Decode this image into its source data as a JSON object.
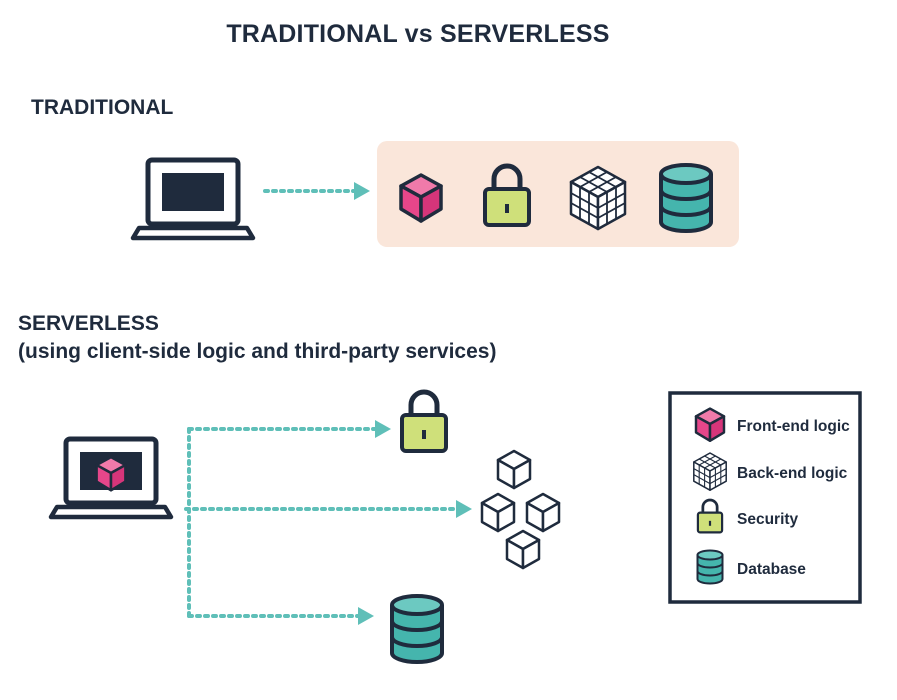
{
  "title": "TRADITIONAL vs SERVERLESS",
  "traditional": {
    "heading": "TRADITIONAL"
  },
  "serverless": {
    "heading": "SERVERLESS",
    "subheading": "(using client-side logic and third-party services)"
  },
  "legend": {
    "items": [
      {
        "icon": "front-end-logic-icon",
        "label": "Front-end logic"
      },
      {
        "icon": "back-end-logic-icon",
        "label": "Back-end logic"
      },
      {
        "icon": "security-icon",
        "label": "Security"
      },
      {
        "icon": "database-icon",
        "label": "Database"
      }
    ]
  },
  "colors": {
    "navy": "#1f2b3d",
    "pink": "#e6468a",
    "lime": "#cfe07a",
    "teal": "#45b5ad",
    "teal_dots": "#5fbfb8",
    "peach": "#fae6da",
    "screen": "#1f2b3d"
  }
}
